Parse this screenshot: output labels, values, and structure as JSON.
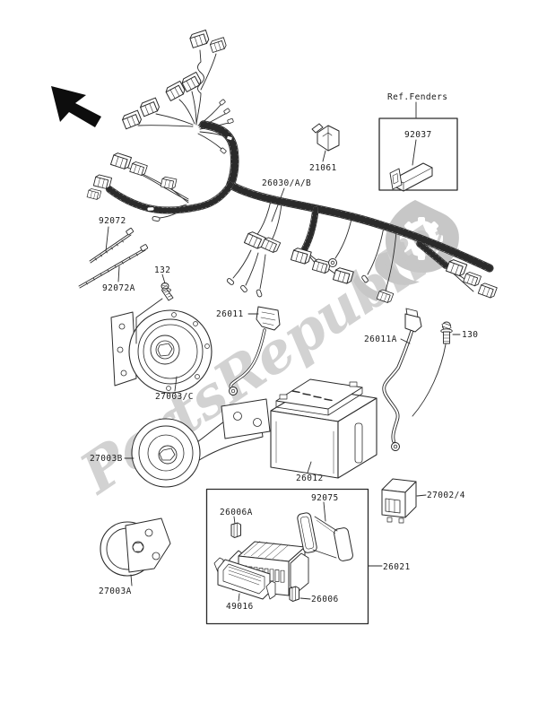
{
  "watermark": {
    "text": "PartsRepublik",
    "color": "#c7c7c7"
  },
  "colors": {
    "background": "#ffffff",
    "line_art": "#2a2a2a",
    "label_text": "#1a1a1a"
  },
  "labels": {
    "ref_fenders": "Ref.Fenders",
    "p92072": "92072",
    "p92072a": "92072A",
    "p132": "132",
    "p26030": "26030/A/B",
    "p21061": "21061",
    "p92037": "92037",
    "p26011": "26011",
    "p26011a": "26011A",
    "p130": "130",
    "p27003c": "27003/C",
    "p27003b": "27003B",
    "p26012": "26012",
    "p92075": "92075",
    "p27002": "27002/4",
    "p26006a": "26006A",
    "p26021": "26021",
    "p49016": "49016",
    "p26006": "26006",
    "p27003a": "27003A"
  }
}
